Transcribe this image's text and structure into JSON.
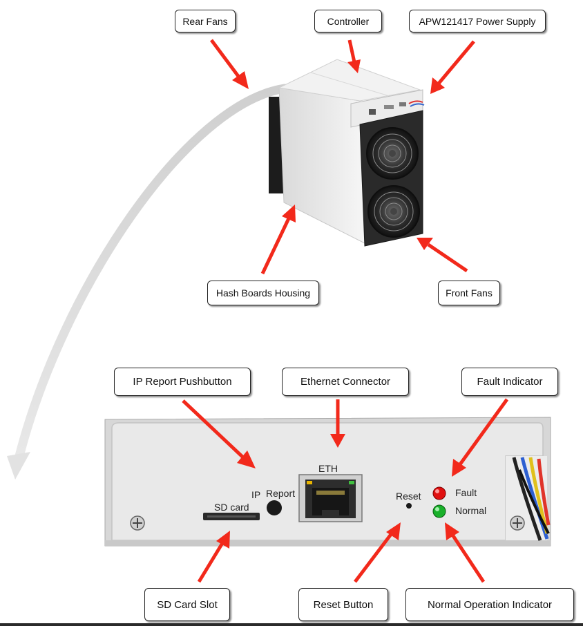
{
  "callouts": {
    "rear_fans": "Rear Fans",
    "controller": "Controller",
    "power_supply": "APW121417 Power Supply",
    "hash_boards_housing": "Hash Boards Housing",
    "front_fans": "Front Fans",
    "ip_report_pushbutton": "IP Report Pushbutton",
    "ethernet_connector": "Ethernet Connector",
    "fault_indicator": "Fault Indicator",
    "sd_card_slot": "SD Card Slot",
    "reset_button": "Reset Button",
    "normal_operation_indicator": "Normal Operation Indicator"
  },
  "panel_labels": {
    "eth": "ETH",
    "ip": "IP",
    "report": "Report",
    "sd_card": "SD card",
    "reset": "Reset",
    "fault": "Fault",
    "normal": "Normal"
  },
  "colors": {
    "arrow": "#f2291b",
    "fault_led": "#e01010",
    "normal_led": "#19b02a",
    "panel": "#e4e4e4"
  }
}
